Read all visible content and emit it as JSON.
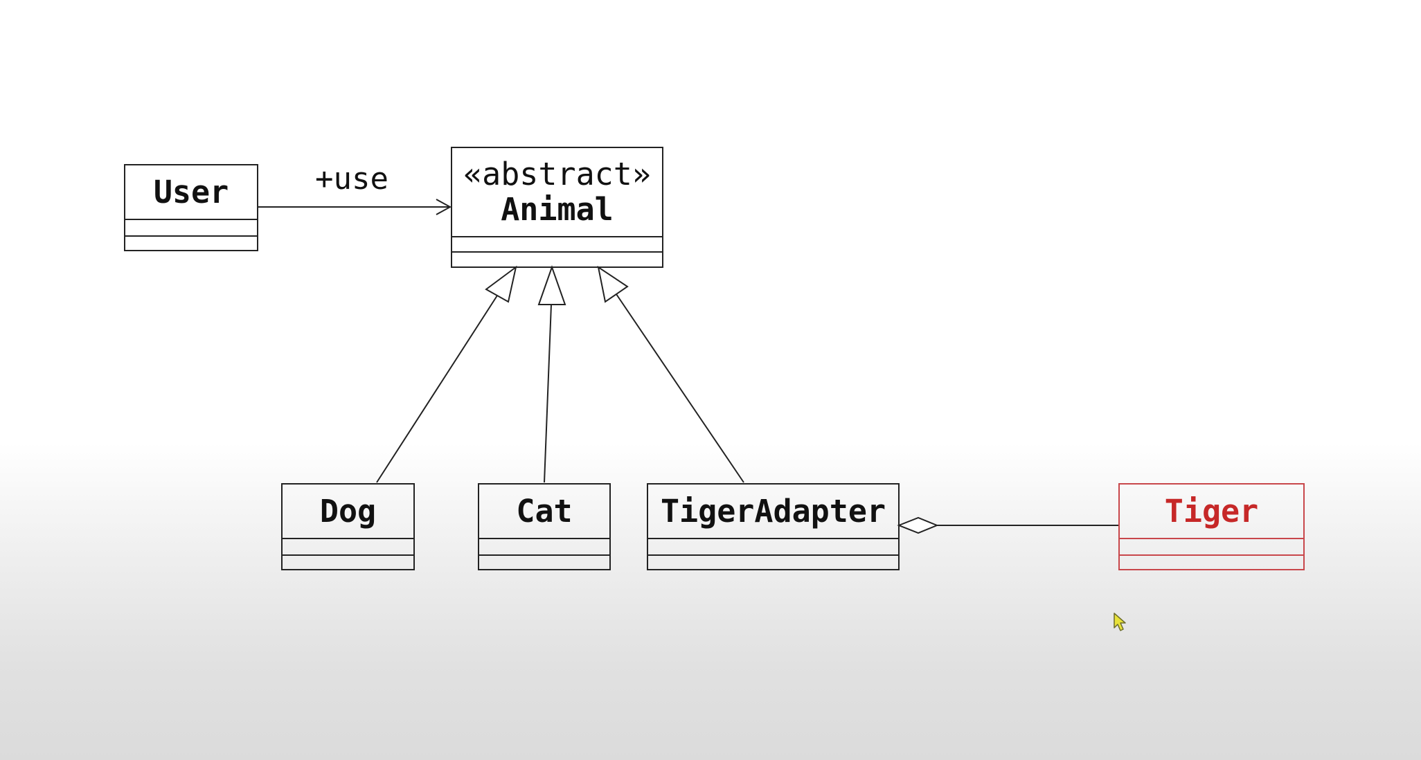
{
  "classes": {
    "user": {
      "name": "User"
    },
    "animal": {
      "stereotype": "«abstract»",
      "name": "Animal"
    },
    "dog": {
      "name": "Dog"
    },
    "cat": {
      "name": "Cat"
    },
    "tiger_adapter": {
      "name": "TigerAdapter"
    },
    "tiger": {
      "name": "Tiger"
    }
  },
  "relations": {
    "user_animal": {
      "label": "+use"
    }
  },
  "colors": {
    "line": "#222222",
    "highlight": "#c62828"
  },
  "icons": {
    "cursor": "mouse-pointer-icon"
  }
}
